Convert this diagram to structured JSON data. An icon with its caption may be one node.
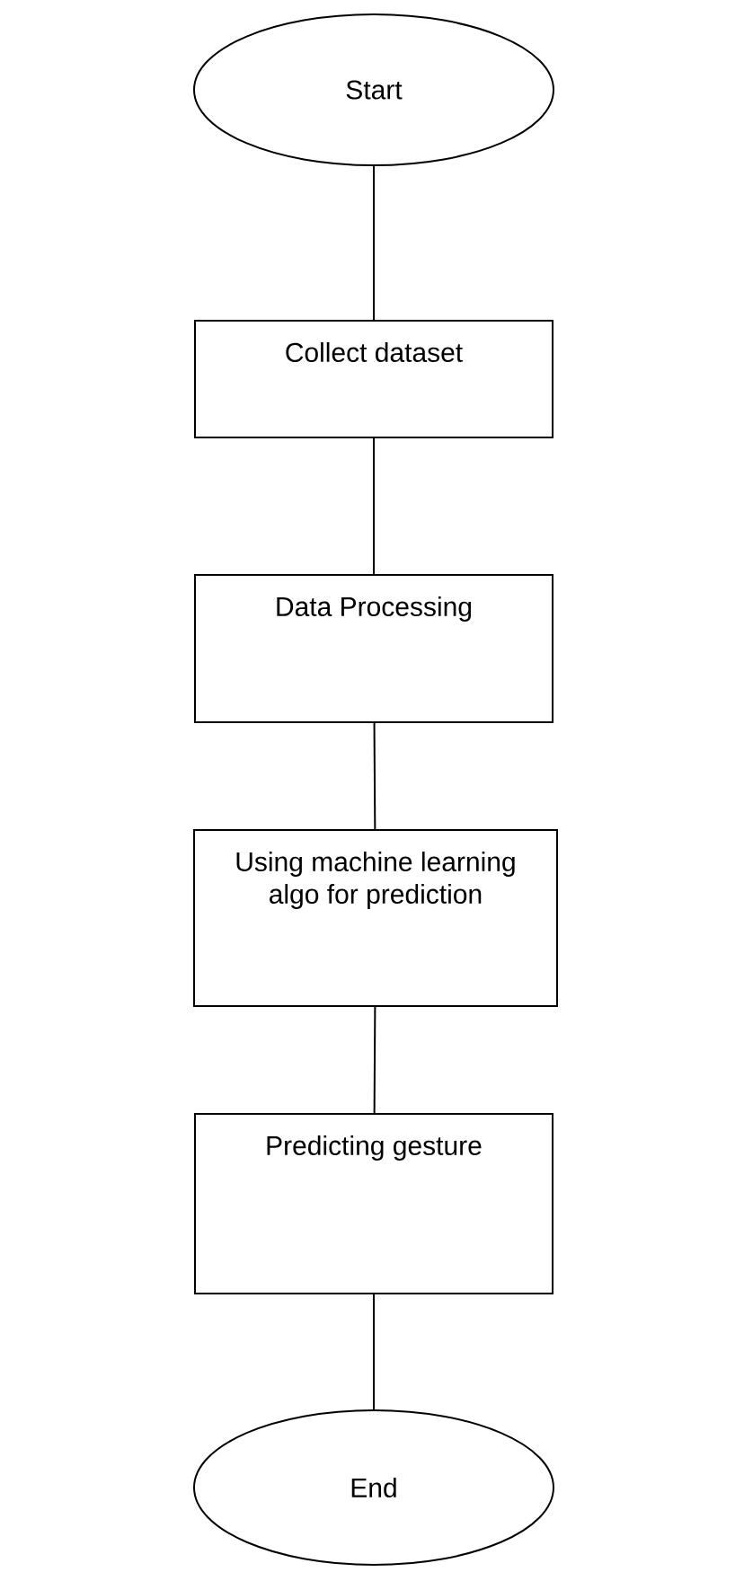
{
  "diagram": {
    "nodes": [
      {
        "text": [
          "Start"
        ]
      },
      {
        "text": [
          "Collect dataset"
        ]
      },
      {
        "text": [
          "Data Processing"
        ]
      },
      {
        "text": [
          "Using machine learning algo for prediction"
        ]
      },
      {
        "text": [
          "Predicting gesture"
        ]
      },
      {
        "text": [
          "End"
        ]
      }
    ],
    "edges": [
      {
        "from": 0,
        "to": 1,
        "arrow": "none"
      },
      {
        "from": 1,
        "to": 2,
        "arrow": "none"
      },
      {
        "from": 2,
        "to": 3,
        "arrow": "none"
      },
      {
        "from": 3,
        "to": 4,
        "arrow": "none"
      },
      {
        "from": 4,
        "to": 5,
        "arrow": "none"
      }
    ]
  }
}
